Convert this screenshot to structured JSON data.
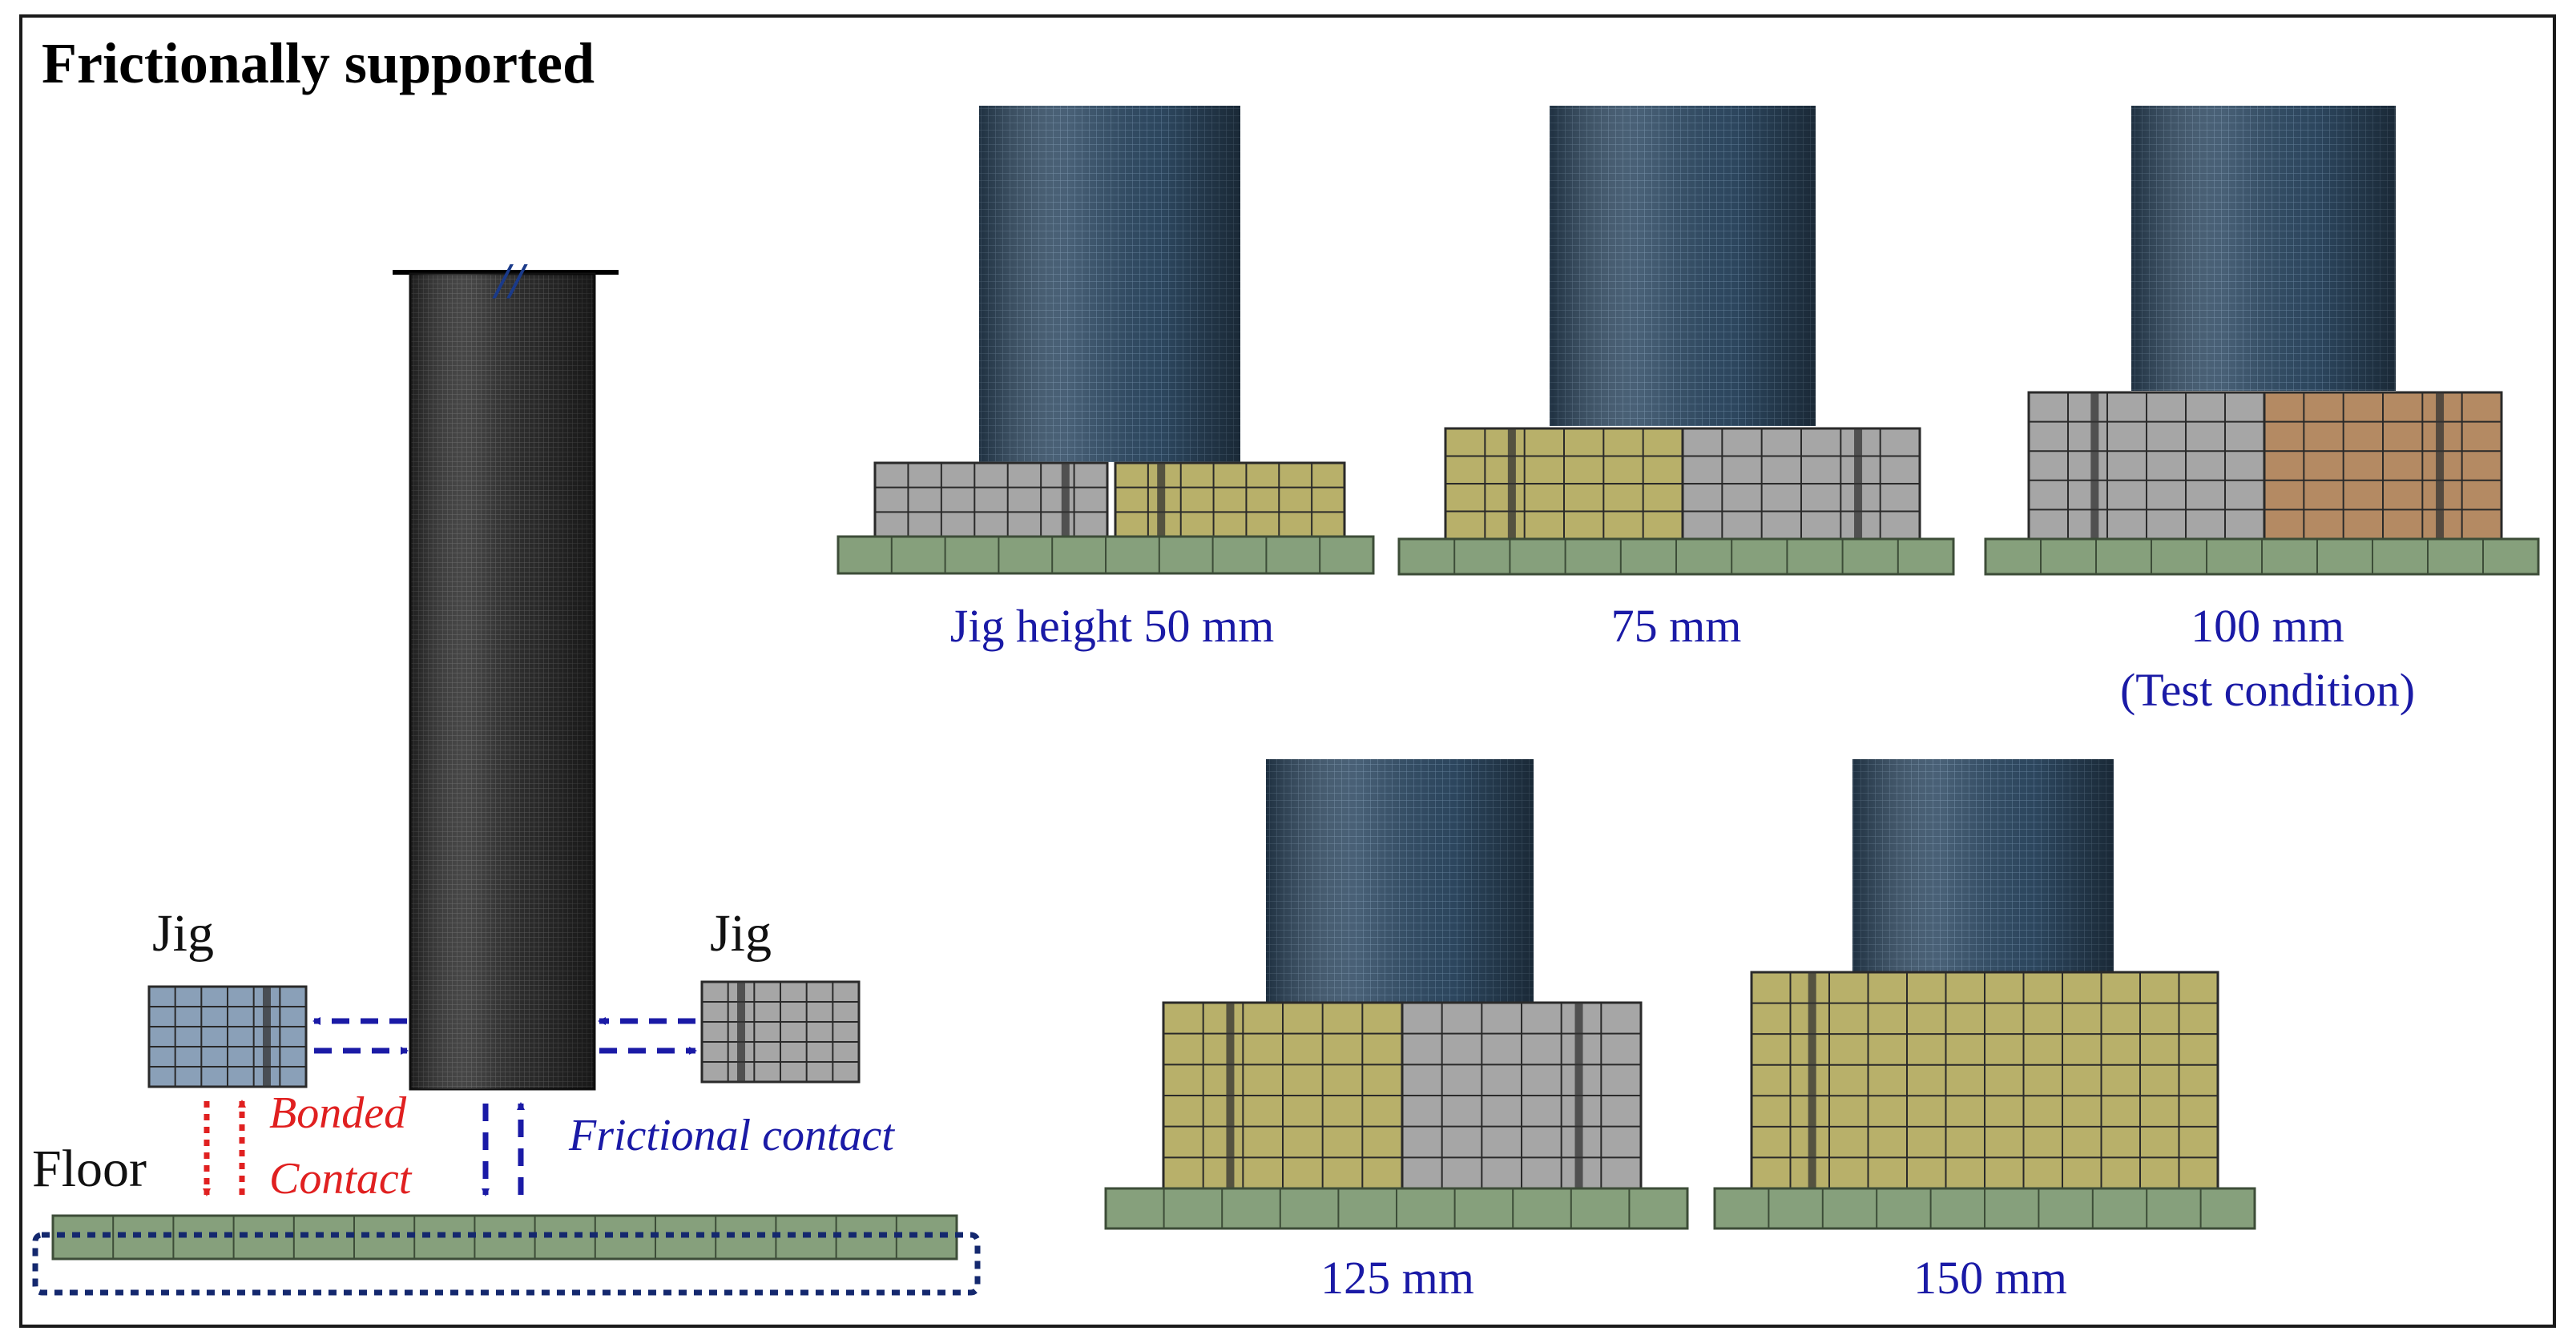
{
  "title": "Frictionally  supported",
  "left_diagram": {
    "jig_left_label": "Jig",
    "jig_right_label": "Jig",
    "floor_label": "Floor",
    "bonded_line1": "Bonded",
    "bonded_line2": "Contact",
    "frictional_label": "Frictional contact",
    "break_mark": "//"
  },
  "cases": [
    {
      "label": "Jig height 50 mm",
      "sublabel": ""
    },
    {
      "label": "75 mm",
      "sublabel": ""
    },
    {
      "label": "100 mm",
      "sublabel": "(Test condition)"
    },
    {
      "label": "125 mm",
      "sublabel": ""
    },
    {
      "label": "150 mm",
      "sublabel": ""
    }
  ],
  "colors": {
    "cylinder": "#2f4a63",
    "cylinder_mesh": "#8fb0cc",
    "floor": "#86a07c",
    "jig_olive": "#b8b06a",
    "jig_gray": "#a6a6a6",
    "jig_brown": "#b48a63",
    "jig_blue": "#8aa0b8",
    "frictional": "#1a1aa6",
    "bonded": "#e02020",
    "mesh_line": "#2a2a2a"
  }
}
